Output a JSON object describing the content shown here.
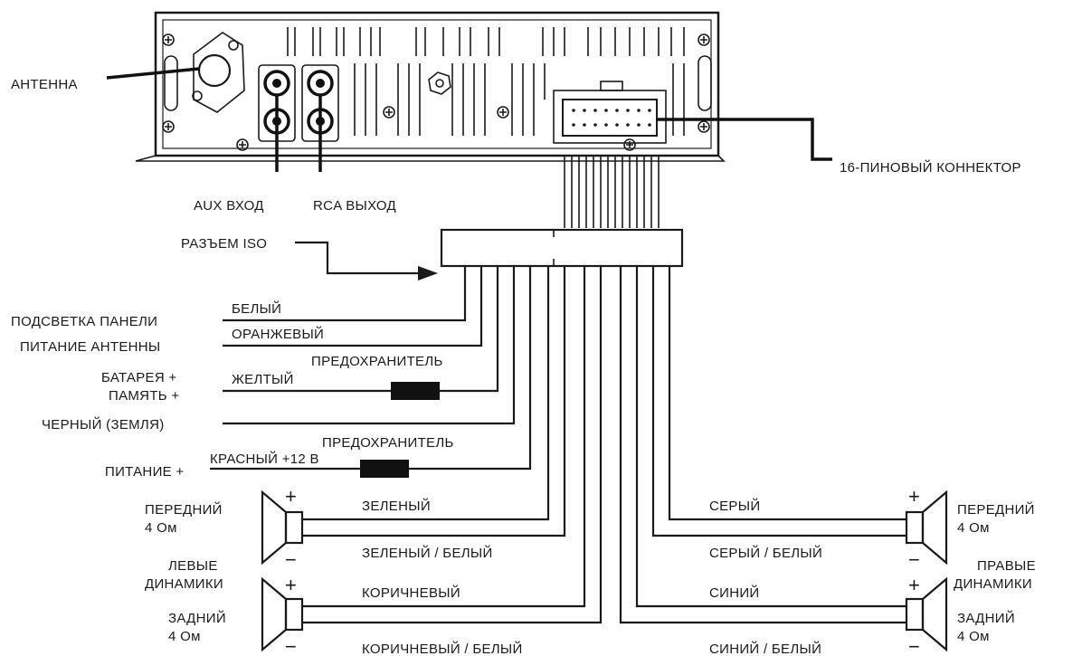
{
  "head_unit": {
    "antenna_label": "АНТЕННА",
    "aux_label": "AUX ВХОД",
    "rca_label": "RCA ВЫХОД",
    "connector_label": "16-ПИНОВЫЙ КОННЕКТОР",
    "iso_label": "РАЗЪЕМ ISO"
  },
  "power_wires": [
    {
      "function": "ПОДСВЕТКА ПАНЕЛИ",
      "color": "БЕЛЫЙ"
    },
    {
      "function": "ПИТАНИЕ АНТЕННЫ",
      "color": "ОРАНЖЕВЫЙ"
    },
    {
      "function_line1": "БАТАРЕЯ +",
      "function_line2": "ПАМЯТЬ +",
      "color": "ЖЕЛТЫЙ",
      "fuse": "ПРЕДОХРАНИТЕЛЬ"
    },
    {
      "function": "ЧЕРНЫЙ (ЗЕМЛЯ)"
    },
    {
      "function": "ПИТАНИЕ +",
      "color": "КРАСНЫЙ +12 В",
      "fuse": "ПРЕДОХРАНИТЕЛЬ"
    }
  ],
  "left_speakers": {
    "group_line1": "ЛЕВЫЕ",
    "group_line2": "ДИНАМИКИ",
    "front_line1": "ПЕРЕДНИЙ",
    "front_line2": "4 Ом",
    "rear_line1": "ЗАДНИЙ",
    "rear_line2": "4 Ом",
    "front_plus": "ЗЕЛЕНЫЙ",
    "front_minus": "ЗЕЛЕНЫЙ / БЕЛЫЙ",
    "rear_plus": "КОРИЧНЕВЫЙ",
    "rear_minus": "КОРИЧНЕВЫЙ / БЕЛЫЙ"
  },
  "right_speakers": {
    "group_line1": "ПРАВЫЕ",
    "group_line2": "ДИНАМИКИ",
    "front_line1": "ПЕРЕДНИЙ",
    "front_line2": "4 Ом",
    "rear_line1": "ЗАДНИЙ",
    "rear_line2": "4 Ом",
    "front_plus": "СЕРЫЙ",
    "front_minus": "СЕРЫЙ / БЕЛЫЙ",
    "rear_plus": "СИНИЙ",
    "rear_minus": "СИНИЙ / БЕЛЫЙ"
  },
  "polarity": {
    "plus": "+",
    "minus": "−"
  }
}
